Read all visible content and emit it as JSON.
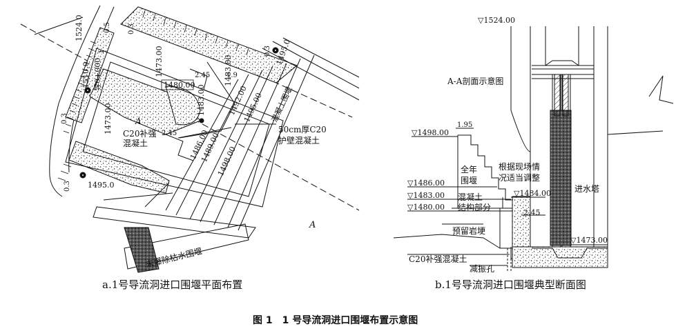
{
  "figure_caption": "图 1　1 号导流洞进口围堰布置示意图",
  "left": {
    "caption": "a.1号导流洞进口围堰平面布置",
    "labels": {
      "el_1524": "1524.0",
      "el_1510_top": "1510.0",
      "station": "导0+000",
      "el_1473_a": "1473.00",
      "el_1473_b": "1473.00",
      "el_1480": "1480.00",
      "el_1483_a": "1483.00",
      "el_1483_b": "1483.00",
      "el_1486": "1486.00",
      "el_1489": "1489.00",
      "el_1492": "1492.00",
      "el_1495_top": "1495.0",
      "el_1495_bottom": "1495.0",
      "el_1495_mid": "1495.00",
      "el_1498": "1498.00",
      "dim_245_a": "2.45",
      "dim_245_b": "2.45",
      "dim_19": "1.9",
      "slope_03_a": "0.3",
      "slope_03_b": "0.3",
      "slope_03_c": "0.3",
      "slope_03_d": "0.3",
      "slope_05": "0.5",
      "slope_1": "1",
      "c20_line1": "C20补强",
      "c20_line2": "混凝土",
      "wall_line1": "50cm厚C20",
      "wall_line2": "护壁混凝土",
      "cofferdam_text": "混凝土围堰",
      "section_a1": "A",
      "section_a2": "A",
      "bottom_label": "未爆除枯水围堰"
    }
  },
  "right": {
    "caption": "b.1号导流洞进口围堰典型断面图",
    "labels": {
      "el_1524": "▽1524.00",
      "section_title": "A-A剖面示意图",
      "el_1498": "▽1498.00",
      "dim_195": "1.95",
      "all_year_1": "全年",
      "all_year_2": "围堰",
      "adjust_1": "根据现场情",
      "adjust_2": "况适当调整",
      "el_1486": "▽1486.00",
      "el_1484": "▽1484.00",
      "el_1483": "▽1483.00",
      "el_1480": "▽1480.00",
      "concrete_1": "混凝土",
      "concrete_2": "结构部分",
      "dim_245": "2.45",
      "rock_ridge": "预留岩埂",
      "c20": "C20补强混凝土",
      "relief_hole": "减振孔",
      "el_1473": "▽1473.00",
      "intake_tower": "进水塔"
    }
  }
}
